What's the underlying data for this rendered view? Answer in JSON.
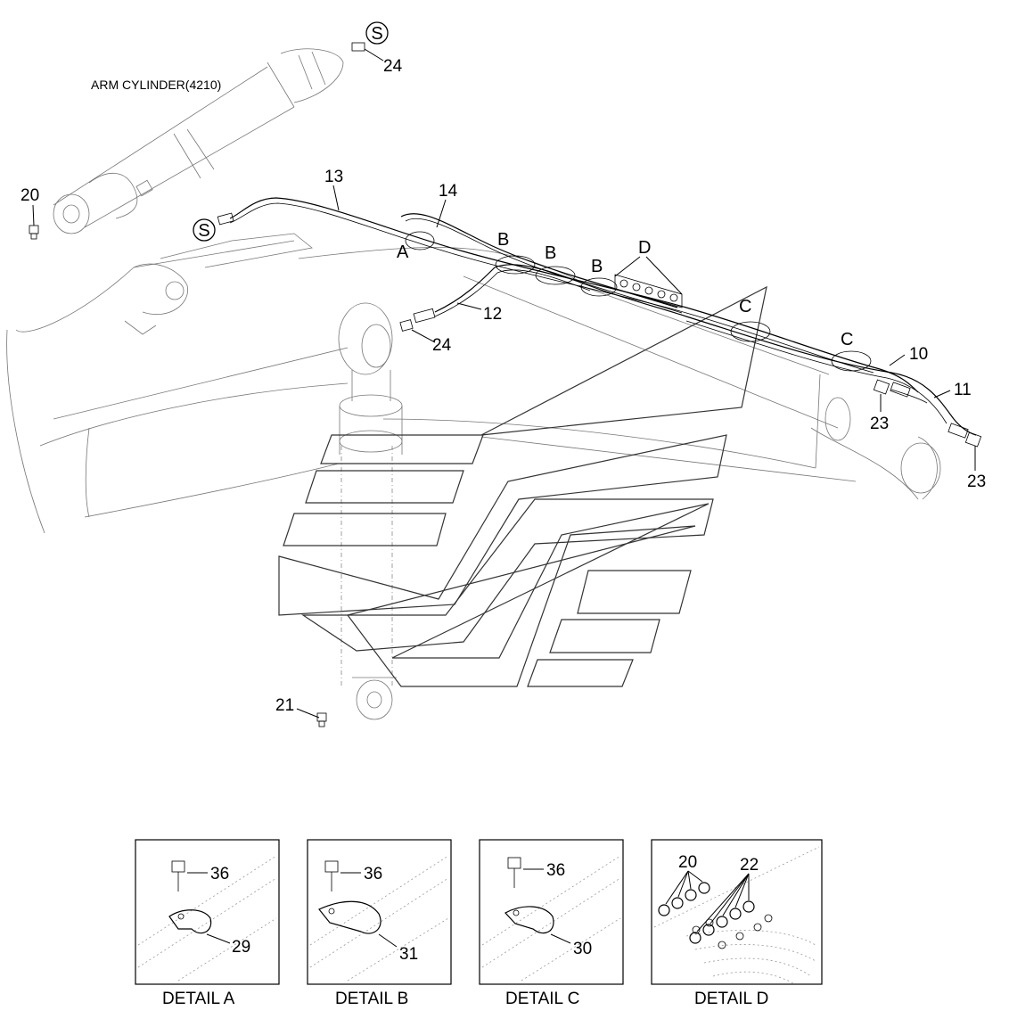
{
  "title": "ARM CYLINDER(4210)",
  "symbol_s": "S",
  "callouts": {
    "c24_top": "24",
    "c20": "20",
    "c13": "13",
    "c14": "14",
    "c12": "12",
    "c24_mid": "24",
    "c10": "10",
    "c11": "11",
    "c23_a": "23",
    "c23_b": "23",
    "c21": "21"
  },
  "detail_letters": {
    "a": "A",
    "b1": "B",
    "b2": "B",
    "b3": "B",
    "c1": "C",
    "c2": "C",
    "d": "D"
  },
  "details": [
    {
      "title": "DETAIL  A",
      "bolt": "36",
      "clamp": "29"
    },
    {
      "title": "DETAIL  B",
      "bolt": "36",
      "clamp": "31"
    },
    {
      "title": "DETAIL  C",
      "bolt": "36",
      "clamp": "30"
    },
    {
      "title": "DETAIL  D",
      "left_group": "20",
      "right_group": "22"
    }
  ]
}
